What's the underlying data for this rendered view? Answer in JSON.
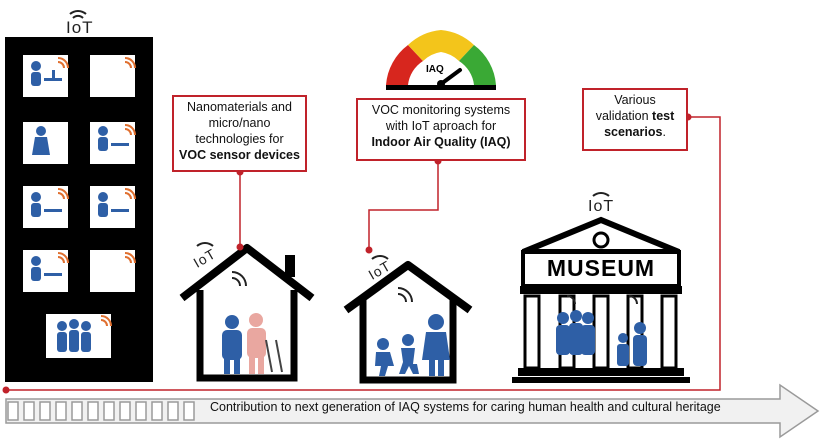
{
  "office_label": "IoT",
  "home1_label": "IoT",
  "home2_label": "IoT",
  "museum_label": "IoT",
  "gauge_label": "IAQ",
  "museum_sign": "MUSEUM",
  "callouts": {
    "nano": {
      "line1": "Nanomaterials and",
      "line2": "micro/nano",
      "line3": "technologies for",
      "bold": "VOC sensor devices"
    },
    "voc": {
      "line1": "VOC monitoring systems",
      "line2": "with IoT aproach for",
      "bold": "Indoor Air Quality (IAQ)"
    },
    "valid": {
      "line1": "Various",
      "line2a": "validation ",
      "line2b": "test",
      "bold": "scenarios",
      "tail": "."
    }
  },
  "arrow_text": "Contribution to next generation of IAQ systems for caring human health and cultural heritage",
  "colors": {
    "accent_red": "#c0222a",
    "person_blue": "#2e5fa6",
    "gauge_red": "#d7261e",
    "gauge_yellow": "#f3c51b",
    "gauge_green": "#3aa935"
  }
}
